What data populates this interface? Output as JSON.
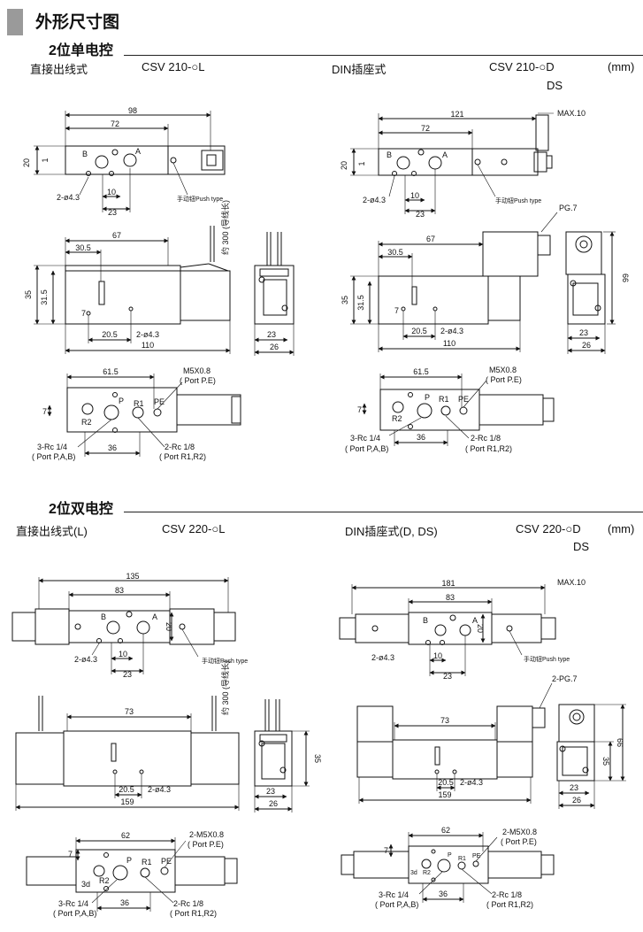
{
  "page_title": "外形尺寸图",
  "sections": [
    {
      "title": "2位单电控",
      "left_label": "直接出线式",
      "left_model": "CSV 210-○L",
      "right_label": "DIN插座式",
      "right_model": "CSV 210-○D",
      "right_model_suffix": "DS",
      "unit": "(mm)"
    },
    {
      "title": "2位双电控",
      "left_label": "直接出线式(L)",
      "left_model": "CSV 220-○L",
      "right_label": "DIN插座式(D, DS)",
      "right_model": "CSV 220-○D",
      "right_model_suffix": "DS",
      "unit": "(mm)"
    }
  ],
  "single": {
    "top_overall": "98",
    "top_overall_din": "121",
    "top_body": "72",
    "max_note": "MAX.10",
    "port_b": "B",
    "port_a": "A",
    "height_20": "20",
    "offset_1": "1",
    "holes": "2-ø4.3",
    "dim_10": "10",
    "dim_23": "23",
    "push_note": "手动钮Push type",
    "side_67": "67",
    "side_30_5": "30.5",
    "side_35": "35",
    "side_31_5": "31.5",
    "side_7": "7",
    "side_20_5": "20.5",
    "side_110": "110",
    "lead_note": "约 300 (导线长)",
    "pg7": "PG.7",
    "end_23": "23",
    "end_26": "26",
    "end_66": "66",
    "bot_61_5": "61.5",
    "bot_m5": "M5X0.8",
    "bot_m5_port": "( Port P.E)",
    "bot_pe": "PE",
    "bot_p": "P",
    "bot_r1": "R1",
    "bot_r2": "R2",
    "bot_7": "7",
    "bot_36": "36",
    "bot_rc14": "3-Rc 1/4",
    "bot_rc14_port": "( Port P,A,B)",
    "bot_rc18": "2-Rc 1/8",
    "bot_rc18_port": "( Port R1,R2)"
  },
  "double": {
    "top_overall": "135",
    "top_overall_din": "181",
    "top_body": "83",
    "max_note": "MAX.10",
    "port_b": "B",
    "port_a": "A",
    "height_20": "20",
    "holes": "2-ø4.3",
    "dim_10": "10",
    "dim_23": "23",
    "push_note": "手动钮Push type",
    "side_73": "73",
    "side_35": "35",
    "side_20_5": "20.5",
    "side_159": "159",
    "lead_note": "约 300 (导线长)",
    "pg7": "2-PG.7",
    "end_23": "23",
    "end_26": "26",
    "end_66": "66",
    "bot_62": "62",
    "bot_m5": "2-M5X0.8",
    "bot_m5_port": "( Port P.E)",
    "bot_pe": "PE",
    "bot_p": "P",
    "bot_r1": "R1",
    "bot_r2": "R2",
    "bot_3d": "3d",
    "bot_7": "7",
    "bot_36": "36",
    "bot_rc14": "3-Rc 1/4",
    "bot_rc14_port": "( Port P,A,B)",
    "bot_rc18": "2-Rc 1/8",
    "bot_rc18_port": "( Port R1,R2)"
  }
}
